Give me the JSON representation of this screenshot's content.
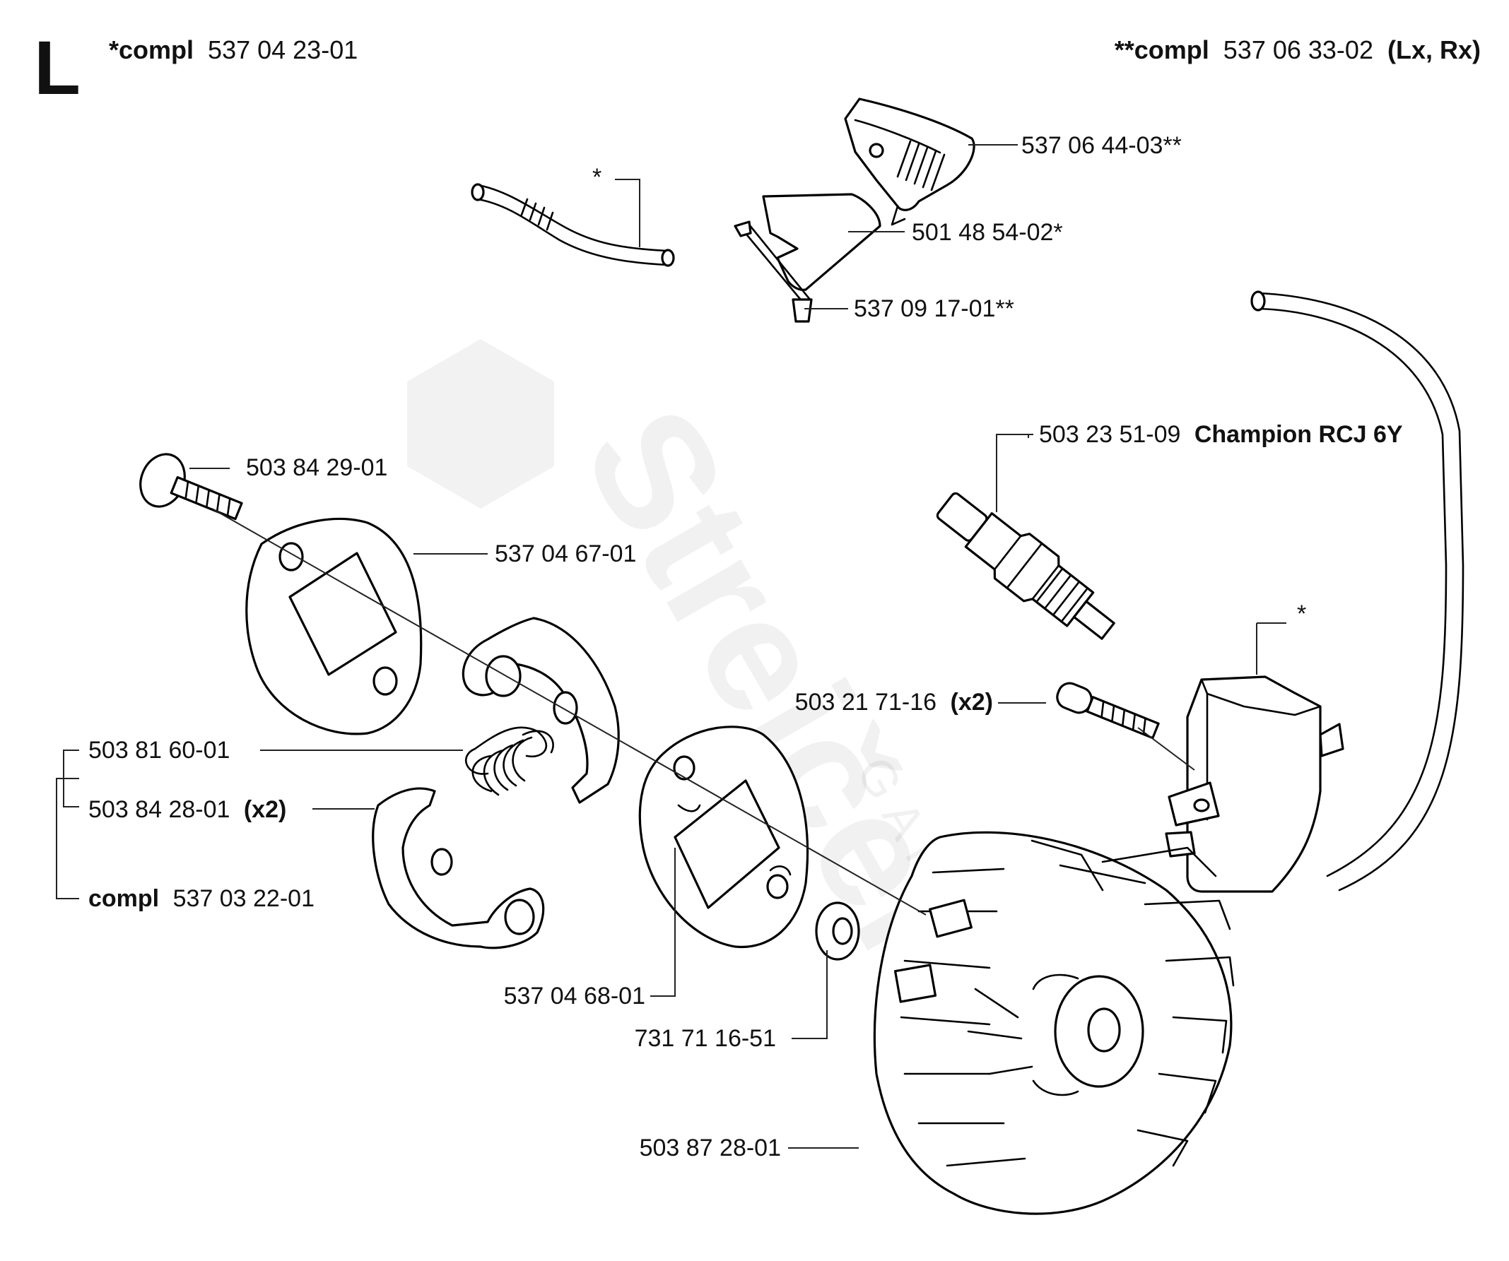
{
  "section_letter": "L",
  "watermark": {
    "brand": "Strejček",
    "sub": "GARDEN"
  },
  "header_left": {
    "prefix": "*compl",
    "number": "537 04 23-01"
  },
  "header_right": {
    "prefix": "**compl",
    "number": "537 06 33-02",
    "suffix": "(Lx, Rx)"
  },
  "labels": {
    "fuel_hose_marker": "*",
    "cover_part": "537 06 44-03**",
    "plate_part": "501 48 54-02*",
    "rod_part": "537 09 17-01**",
    "spark_plug_number": "503 23 51-09",
    "spark_plug_name": "Champion RCJ 6Y",
    "screw_top": "503 84 29-01",
    "clutch_plate_top": "537 04 67-01",
    "module_marker": "*",
    "module_screw_number": "503 21 71-16",
    "module_screw_qty": "(x2)",
    "spring": "503 81 60-01",
    "shoe_number": "503 84 28-01",
    "shoe_qty": "(x2)",
    "clutch_compl_prefix": "compl",
    "clutch_compl_number": "537 03 22-01",
    "clutch_plate_bottom": "537 04 68-01",
    "washer": "731 71 16-51",
    "flywheel": "503 87 28-01"
  }
}
